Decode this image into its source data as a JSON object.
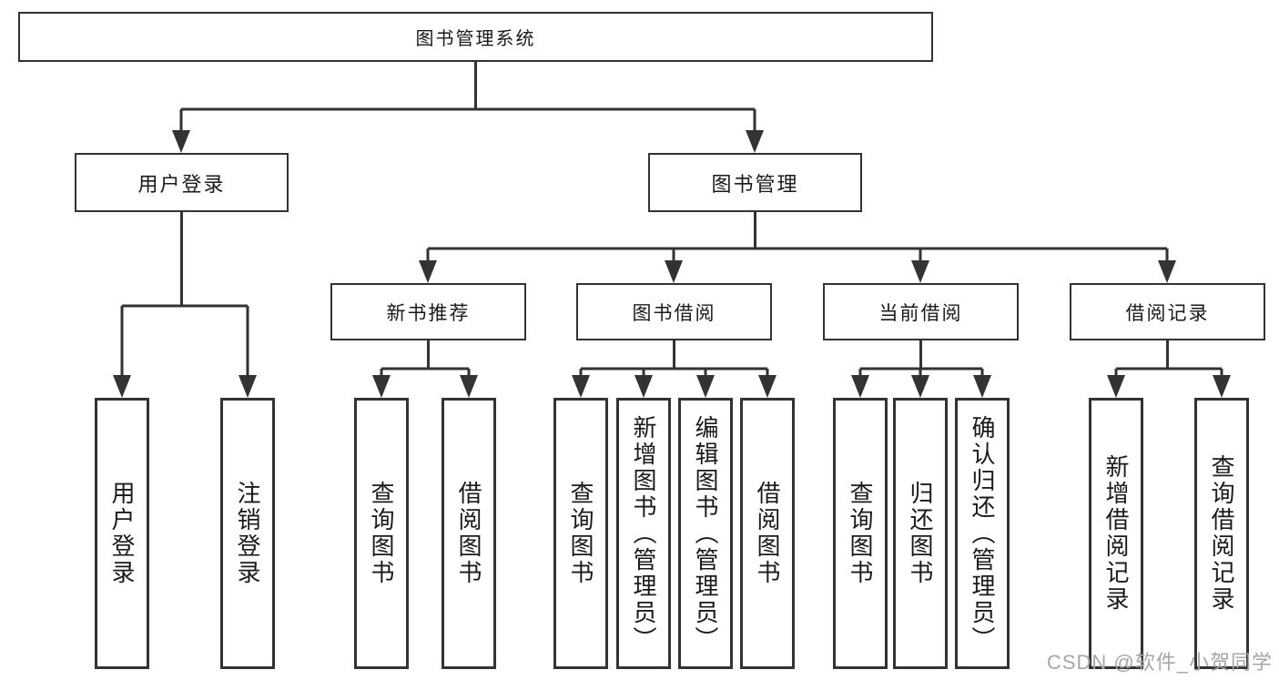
{
  "tree": {
    "label": "图书管理系统",
    "children": [
      {
        "label": "用户登录",
        "children": [
          {
            "label": "用户登录"
          },
          {
            "label": "注销登录"
          }
        ]
      },
      {
        "label": "图书管理",
        "children": [
          {
            "label": "新书推荐",
            "children": [
              {
                "label": "查询图书"
              },
              {
                "label": "借阅图书"
              }
            ]
          },
          {
            "label": "图书借阅",
            "children": [
              {
                "label": "查询图书"
              },
              {
                "label": "新增图书（管理员）"
              },
              {
                "label": "编辑图书（管理员）"
              },
              {
                "label": "借阅图书"
              }
            ]
          },
          {
            "label": "当前借阅",
            "children": [
              {
                "label": "查询图书"
              },
              {
                "label": "归还图书"
              },
              {
                "label": "确认归还（管理员）"
              }
            ]
          },
          {
            "label": "借阅记录",
            "children": [
              {
                "label": "新增借阅记录"
              },
              {
                "label": "查询借阅记录"
              }
            ]
          }
        ]
      }
    ]
  },
  "watermark": "CSDN @软件_小贺同学",
  "colors": {
    "line": "#333333",
    "box_border": "#333333",
    "box_fill": "#ffffff",
    "text": "#1a1a1a",
    "watermark": "#a6a6a6",
    "background": "#ffffff"
  }
}
